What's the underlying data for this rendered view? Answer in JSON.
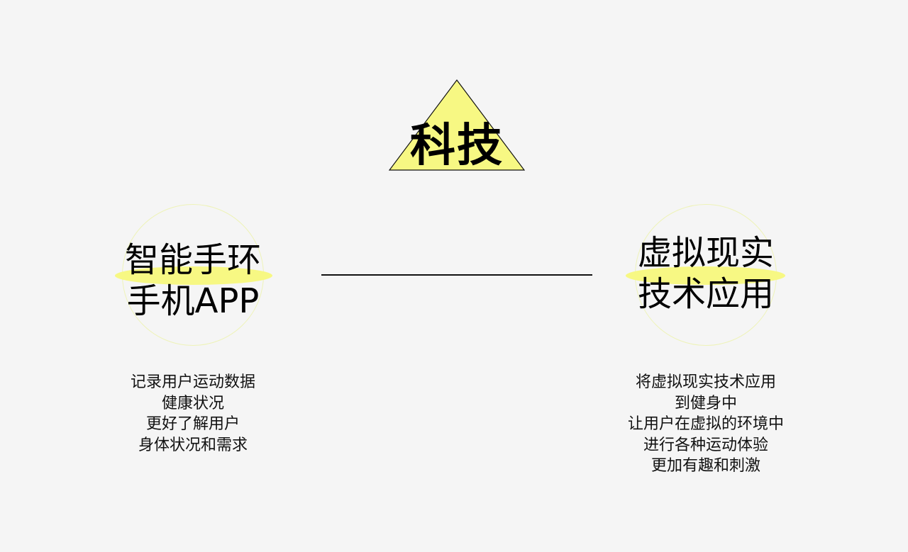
{
  "top": {
    "title": "科技"
  },
  "left": {
    "lines": [
      "智能手环",
      "手机APP"
    ],
    "description": [
      "记录用户运动数据",
      "健康状况",
      "更好了解用户",
      "身体状况和需求"
    ]
  },
  "right": {
    "lines": [
      "虚拟现实",
      "技术应用"
    ],
    "description": [
      "将虚拟现实技术应用",
      "到健身中",
      "让用户在虚拟的环境中",
      "进行各种运动体验",
      "更加有趣和刺激"
    ]
  },
  "colors": {
    "accent": "#f7f883",
    "circle_outline": "#eef3b8",
    "line": "#111111",
    "background": "#f5f5f5"
  }
}
